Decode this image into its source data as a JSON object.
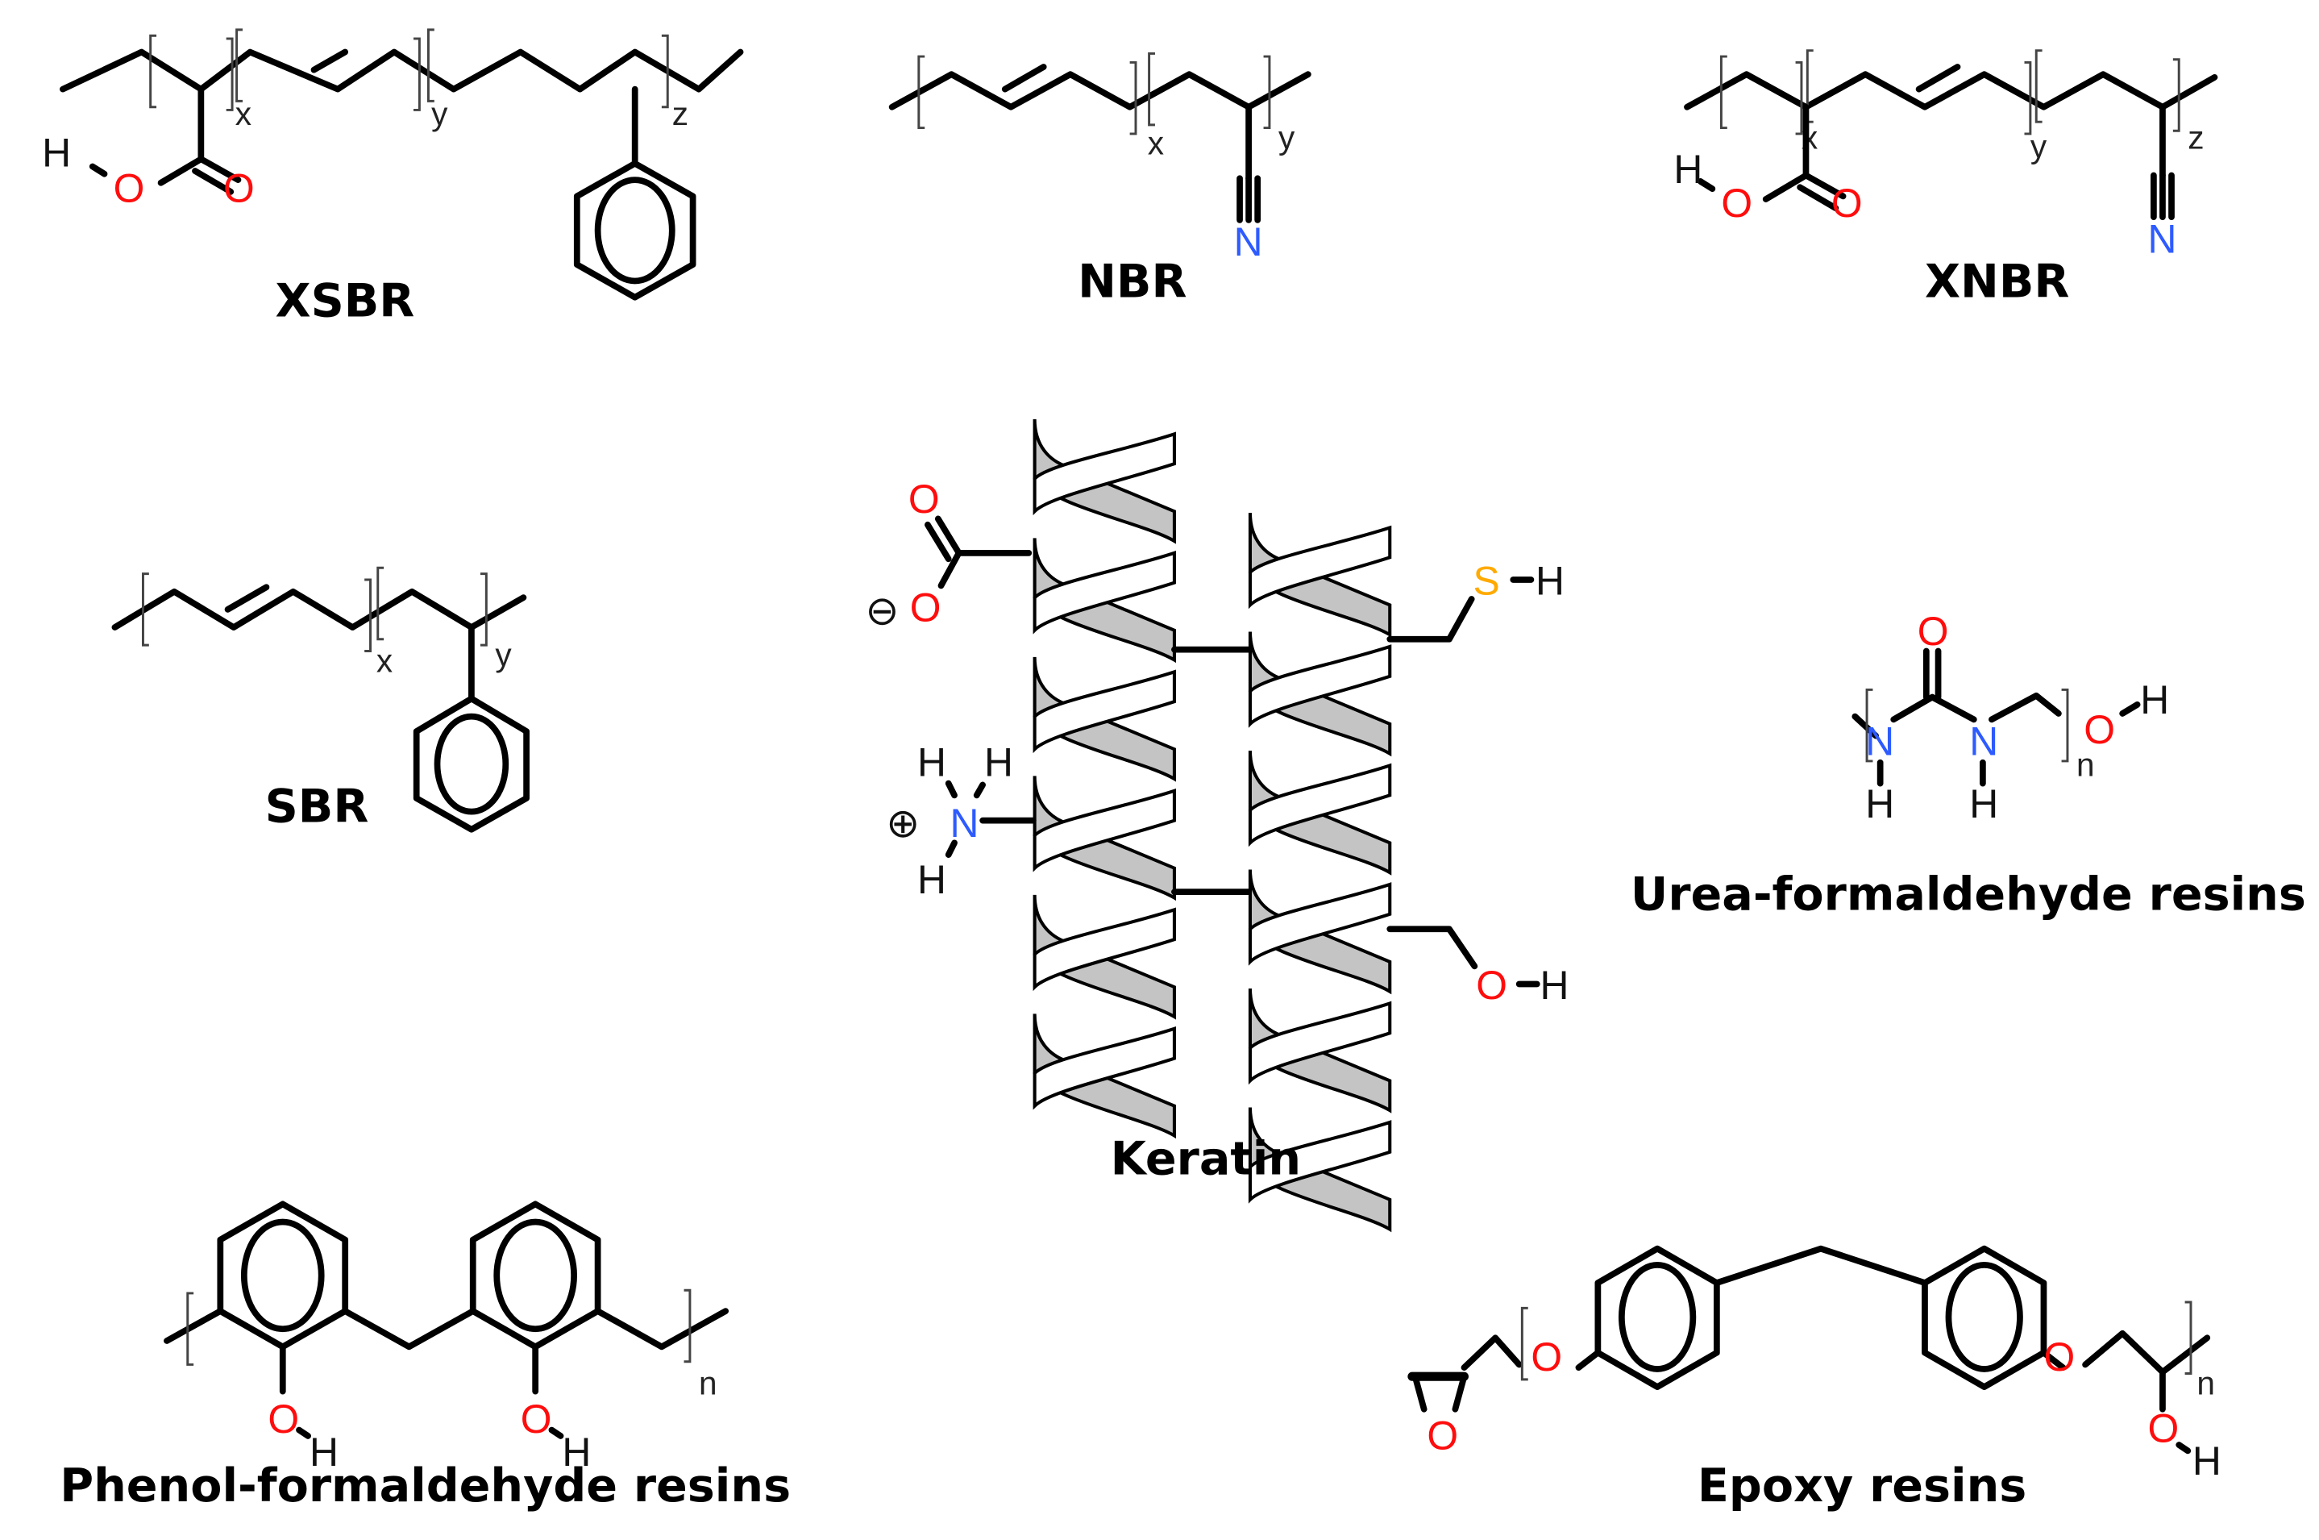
{
  "figure": {
    "title": "Polymer and protein structures",
    "colors": {
      "oxygen": "#ff0d0d",
      "nitrogen": "#2d5bff",
      "sulfur": "#ffaa00",
      "bond": "#000000",
      "helix_shade": "#c4c4c4"
    },
    "structures": {
      "xsbr": {
        "name": "XSBR",
        "atoms": {
          "h": "H",
          "o1": "O",
          "o2": "O"
        },
        "subscripts": [
          "x",
          "y",
          "z"
        ]
      },
      "nbr": {
        "name": "NBR",
        "atoms": {
          "n": "N"
        },
        "subscripts": [
          "x",
          "y"
        ]
      },
      "xnbr": {
        "name": "XNBR",
        "atoms": {
          "h": "H",
          "o1": "O",
          "o2": "O",
          "n": "N"
        },
        "subscripts": [
          "x",
          "y",
          "z"
        ]
      },
      "sbr": {
        "name": "SBR",
        "subscripts": [
          "x",
          "y"
        ]
      },
      "keratin": {
        "name": "Keratin",
        "atoms": {
          "carboxyl_o1": "O",
          "carboxyl_o2": "O",
          "minus": "⊖",
          "plus": "⊕",
          "n": "N",
          "h1": "H",
          "h2": "H",
          "h3": "H",
          "s": "S",
          "sh": "H",
          "oh_o": "O",
          "oh_h": "H"
        }
      },
      "urea": {
        "name": "Urea-formaldehyde resins",
        "atoms": {
          "o_top": "O",
          "n1": "N",
          "n2": "N",
          "h1": "H",
          "h2": "H",
          "o_end": "O",
          "h_end": "H"
        },
        "subscripts": [
          "n"
        ]
      },
      "phenol": {
        "name": "Phenol-formaldehyde resins",
        "atoms": {
          "o1": "O",
          "h1": "H",
          "o2": "O",
          "h2": "H"
        },
        "subscripts": [
          "n"
        ]
      },
      "epoxy": {
        "name": "Epoxy resins",
        "atoms": {
          "o_ring": "O",
          "o1": "O",
          "o2": "O",
          "o3": "O",
          "h": "H"
        },
        "subscripts": [
          "n"
        ]
      }
    }
  }
}
